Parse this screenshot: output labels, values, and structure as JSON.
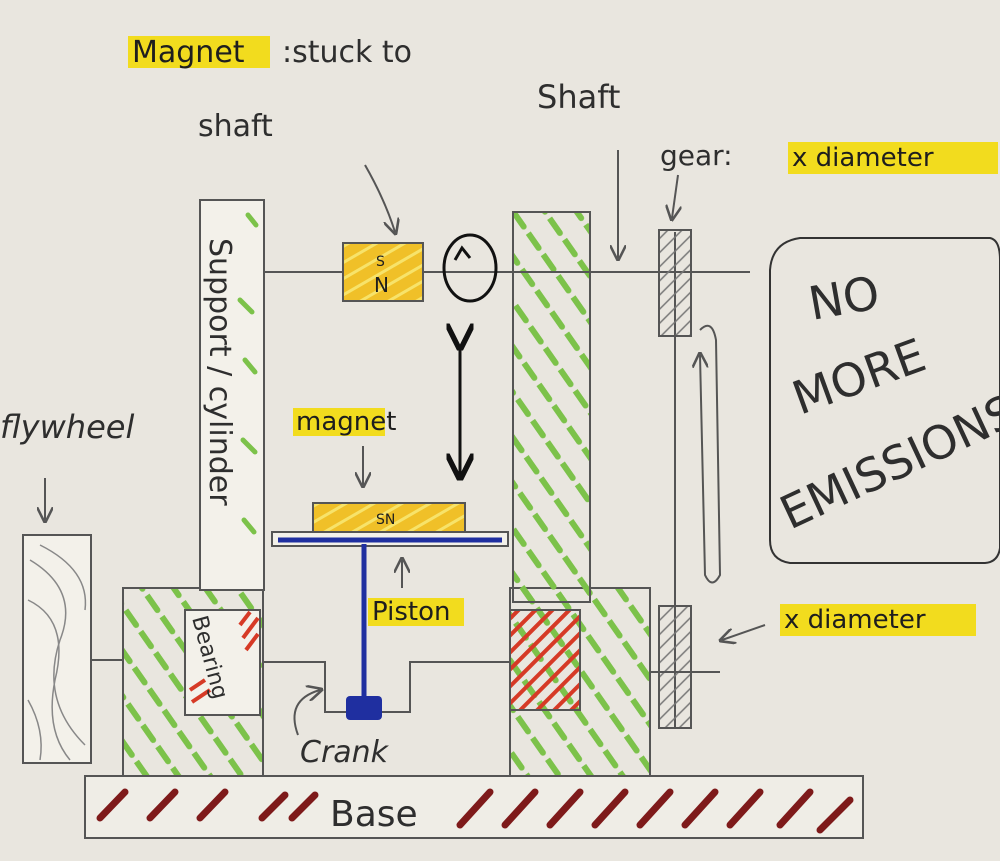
{
  "labels": {
    "magnet_top": "Magnet",
    "magnet_top_rest": ":stuck to",
    "magnet_top_line2": "shaft",
    "shaft_top": "Shaft",
    "gear_top": "gear:",
    "gear_top_hl": "x diameter",
    "support": "Support / cylinder",
    "magnet_mid": "magnet",
    "flywheel": "flywheel",
    "piston": "Piston",
    "bearing": "Bearing",
    "crank": "Crank",
    "gear_bottom_hl": "x diameter",
    "base": "Base",
    "sign_line1": "NO",
    "sign_line2": "MORE",
    "sign_line3": "EMISSIONS",
    "magnet_top_poles_s": "S",
    "magnet_top_poles_n": "N",
    "magnet_mid_poles": "SN"
  },
  "colors": {
    "highlight": "#f2dc1e",
    "magnet_fill": "#f0c028",
    "green_hatch": "#7cc24a",
    "red_hatch": "#d63a26",
    "base_hatch": "#7e1a1a",
    "piston_blue": "#1f2fa0",
    "pencil": "#555555",
    "paper": "#e9e6df"
  }
}
